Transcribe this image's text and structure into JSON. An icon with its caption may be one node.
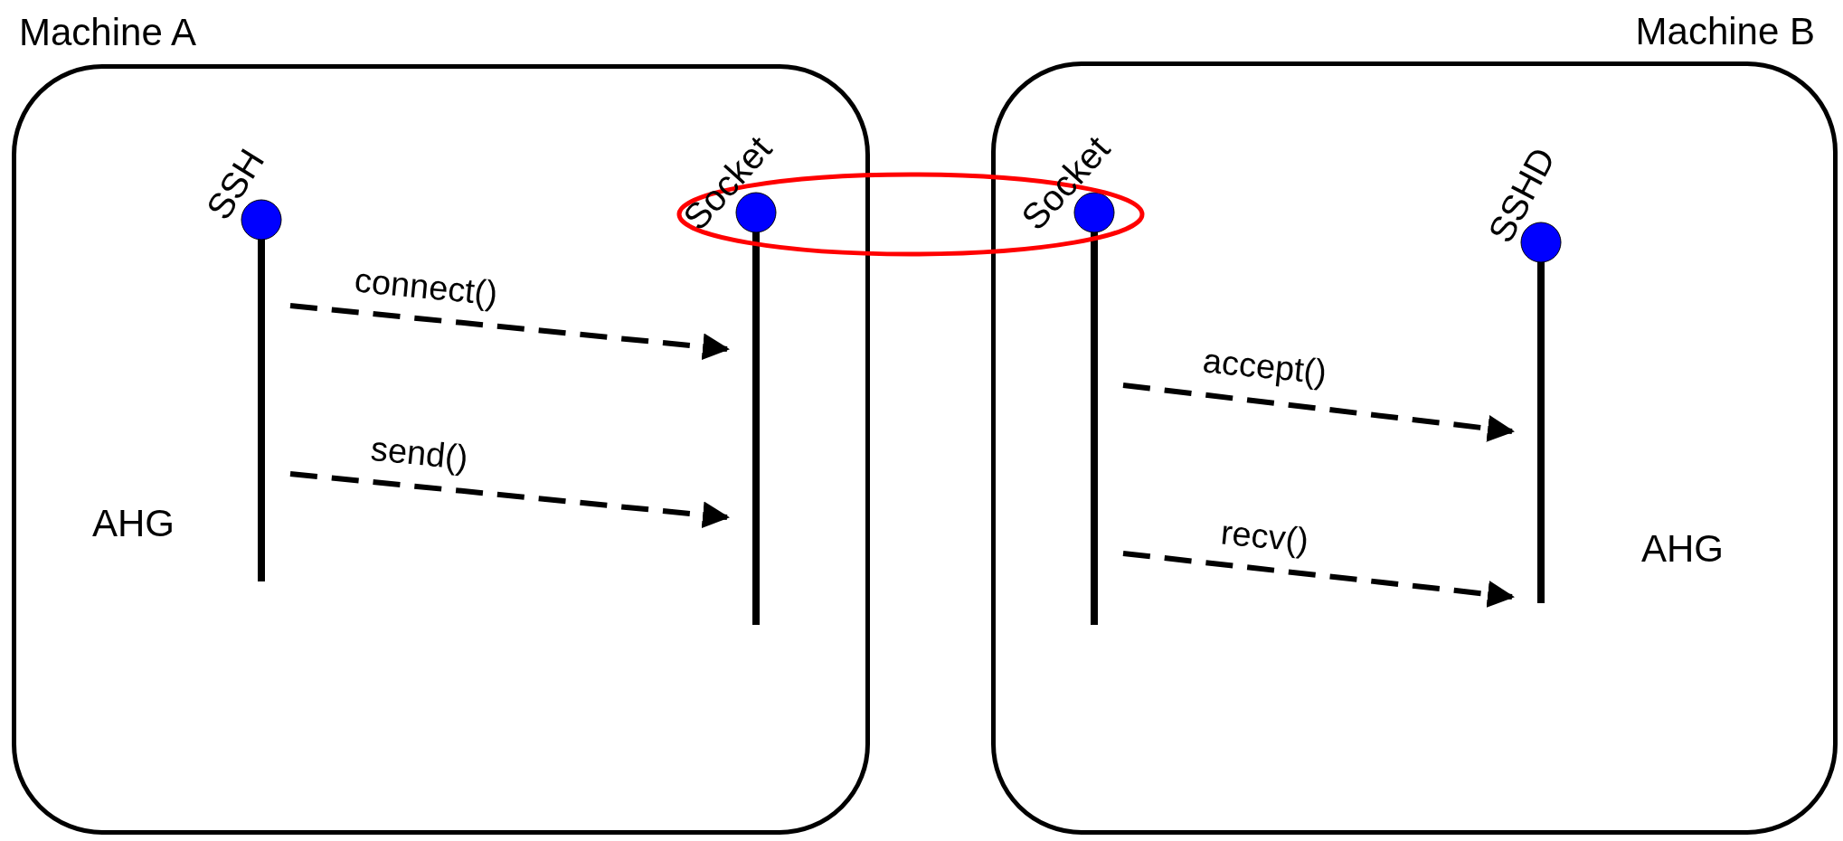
{
  "diagram": {
    "nodes": [
      {
        "text": [
          "Machine A"
        ]
      },
      {
        "text": [
          "Machine B"
        ]
      },
      {
        "text": [
          "SSH"
        ],
        "in": 0
      },
      {
        "text": [
          "Socket"
        ],
        "in": 0
      },
      {
        "text": [
          "Socket"
        ],
        "in": 1
      },
      {
        "text": [
          "SSHD"
        ],
        "in": 1
      }
    ],
    "edges": [
      {
        "from": 2,
        "to": 3,
        "arrow": "to",
        "label": "connect()",
        "style": "dashed"
      },
      {
        "from": 2,
        "to": 3,
        "arrow": "to",
        "label": "send()",
        "style": "dashed"
      },
      {
        "from": 4,
        "to": 5,
        "arrow": "to",
        "label": "accept()",
        "style": "dashed"
      },
      {
        "from": 4,
        "to": 5,
        "arrow": "to",
        "label": "recv()",
        "style": "dashed"
      }
    ],
    "labels": [
      "AHG",
      "AHG"
    ]
  }
}
